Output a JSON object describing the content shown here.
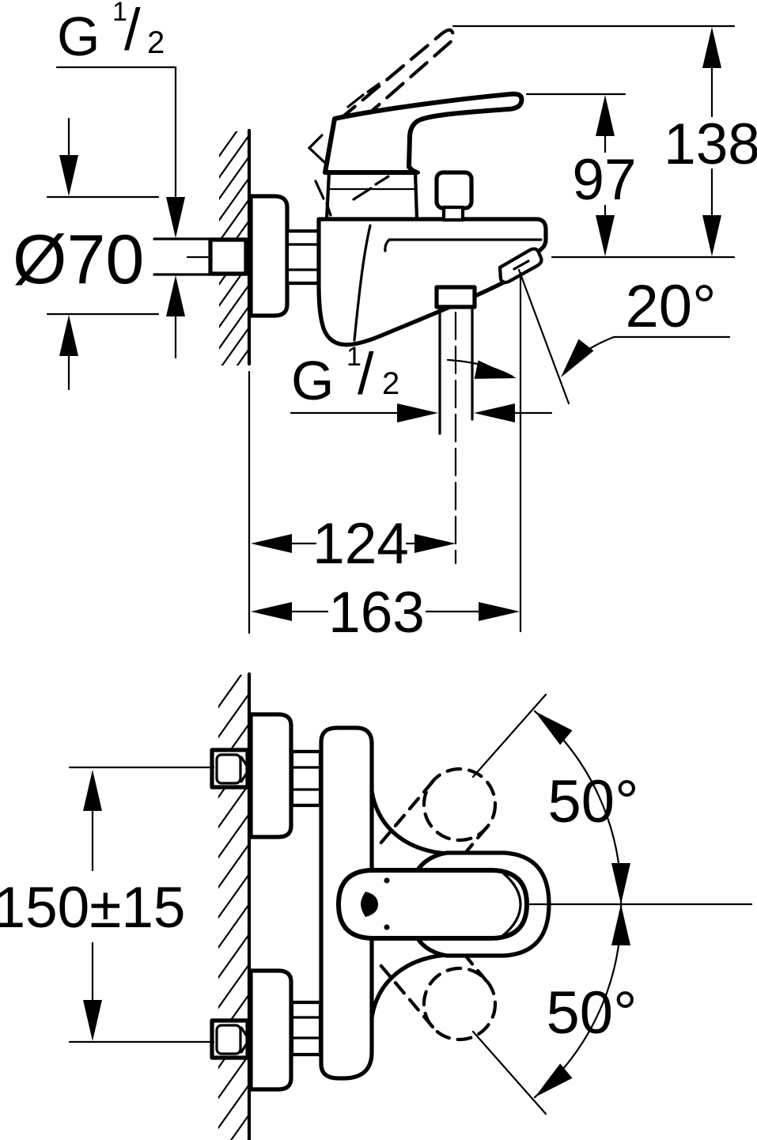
{
  "drawing": {
    "kind": "bath shower mixer installation dimension drawing",
    "ink": "#000000",
    "paper": "#ffffff"
  },
  "side_view": {
    "wall_thread": {
      "prefix": "G",
      "numerator": "1",
      "slash": "/",
      "denominator": "2"
    },
    "escutcheon_diameter": "Ø70",
    "height_to_open_lever": "138",
    "height_to_closed_lever": "97",
    "spout_angle": "20°",
    "hose_thread": {
      "prefix": "G",
      "numerator": "1",
      "slash": "/",
      "denominator": "2"
    },
    "wall_to_hose_center": "124",
    "wall_to_spout_tip": "163"
  },
  "front_view": {
    "connection_spacing": "150±15",
    "lever_swing_up": "50°",
    "lever_swing_down": "50°"
  }
}
